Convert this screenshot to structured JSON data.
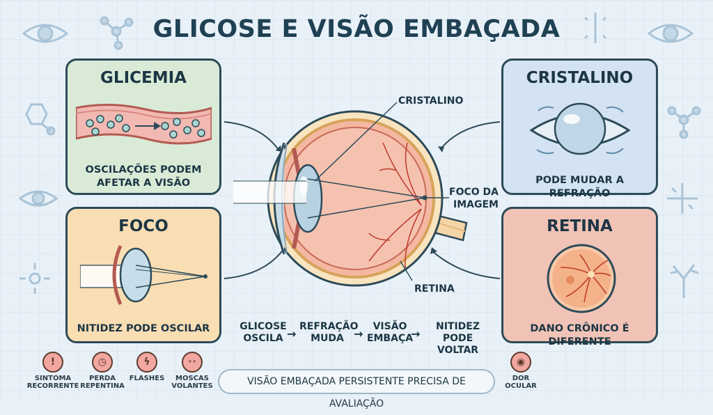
{
  "title": "GLICOSE E VISÃO EMBAÇADA",
  "cards": {
    "glicemia": {
      "title": "GLICEMIA",
      "caption_line1": "OSCILAÇÕES PODEM",
      "caption_line2": "AFETAR A VISÃO"
    },
    "foco": {
      "title": "FOCO",
      "caption": "NITIDEZ PODE OSCILAR"
    },
    "cristalino": {
      "title": "CRISTALINO",
      "caption": "PODE MUDAR A REFRAÇÃO"
    },
    "retina": {
      "title": "RETINA",
      "caption": "DANO CRÔNICO É DIFERENTE"
    }
  },
  "eye_labels": {
    "cristalino": "CRISTALINO",
    "foco_line1": "FOCO DA",
    "foco_line2": "IMAGEM",
    "retina": "RETINA"
  },
  "flow": [
    {
      "line1": "GLICOSE",
      "line2": "OSCILA"
    },
    {
      "line1": "REFRAÇÃO",
      "line2": "MUDA"
    },
    {
      "line1": "VISÃO",
      "line2": "EMBAÇA"
    },
    {
      "line1": "NITIDEZ",
      "line2": "PODE VOLTAR"
    }
  ],
  "symptoms": [
    {
      "line1": "SINTOMA",
      "line2": "RECORRENTE",
      "icon": "exclamation-icon"
    },
    {
      "line1": "PERDA",
      "line2": "REPENTINA",
      "icon": "clock-icon"
    },
    {
      "line1": "FLASHES",
      "line2": "",
      "icon": "lightning-icon"
    },
    {
      "line1": "MOSCAS",
      "line2": "VOLANTES",
      "icon": "floaters-icon"
    },
    {
      "line1": "DOR",
      "line2": "OCULAR",
      "icon": "eye-icon"
    }
  ],
  "note": "VISÃO EMBAÇADA PERSISTENTE PRECISA DE AVALIAÇÃO",
  "colors": {
    "green_card": "#d9ebd7",
    "orange_card": "#f9ddb3",
    "blue_card": "#d4e3f3",
    "red_card": "#f1c3b6",
    "outline": "#2c4a58",
    "background": "#e9f1f8"
  }
}
